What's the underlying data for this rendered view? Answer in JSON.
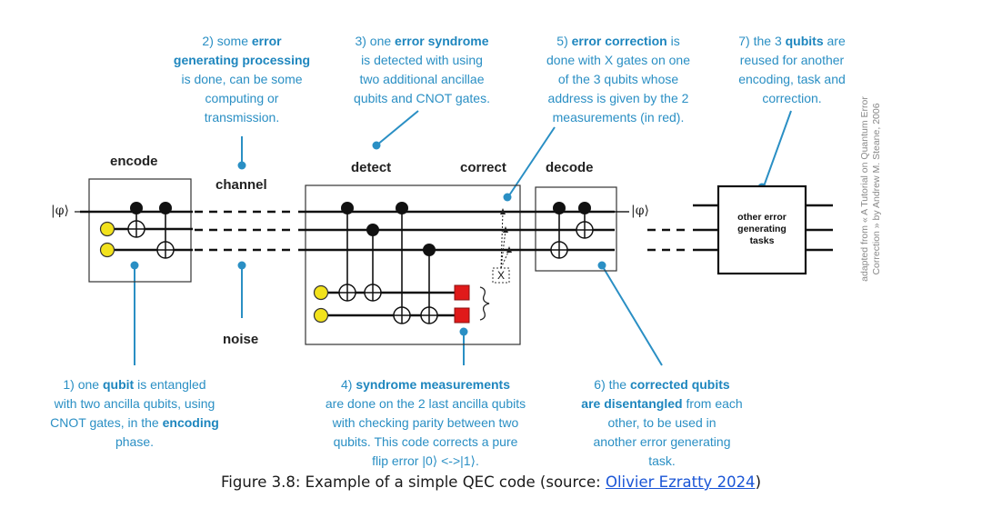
{
  "annotations": {
    "a2": {
      "lines": [
        {
          "pre": "2) some ",
          "b": "error",
          "post": ""
        },
        {
          "pre": "",
          "b": "generating processing",
          "post": ""
        },
        {
          "pre": "is done, can be some",
          "b": "",
          "post": ""
        },
        {
          "pre": "computing or",
          "b": "",
          "post": ""
        },
        {
          "pre": "transmission.",
          "b": "",
          "post": ""
        }
      ]
    },
    "a3": {
      "lines": [
        {
          "pre": "3) one ",
          "b": "error syndrome",
          "post": ""
        },
        {
          "pre": "is detected with using",
          "b": "",
          "post": ""
        },
        {
          "pre": "two additional ancillae",
          "b": "",
          "post": ""
        },
        {
          "pre": "qubits and CNOT gates.",
          "b": "",
          "post": ""
        }
      ]
    },
    "a5": {
      "lines": [
        {
          "pre": "5) ",
          "b": "error correction",
          "post": " is"
        },
        {
          "pre": "done with X gates on one",
          "b": "",
          "post": ""
        },
        {
          "pre": "of the 3 qubits whose",
          "b": "",
          "post": ""
        },
        {
          "pre": "address is given by the 2",
          "b": "",
          "post": ""
        },
        {
          "pre": "measurements (in red).",
          "b": "",
          "post": ""
        }
      ]
    },
    "a7": {
      "lines": [
        {
          "pre": "7) the 3 ",
          "b": "qubits",
          "post": " are"
        },
        {
          "pre": "reused for another",
          "b": "",
          "post": ""
        },
        {
          "pre": "encoding, task and",
          "b": "",
          "post": ""
        },
        {
          "pre": "correction.",
          "b": "",
          "post": ""
        }
      ]
    },
    "a1": {
      "lines": [
        {
          "pre": "1) one ",
          "b": "qubit",
          "post": " is entangled"
        },
        {
          "pre": "with two ancilla qubits, using",
          "b": "",
          "post": ""
        },
        {
          "pre": "CNOT gates, in the ",
          "b": "encoding",
          "post": ""
        },
        {
          "pre": "phase.",
          "b": "",
          "post": ""
        }
      ]
    },
    "a4": {
      "lines": [
        {
          "pre": "4) ",
          "b": "syndrome measurements",
          "post": ""
        },
        {
          "pre": "are done on the 2 last ancilla qubits",
          "b": "",
          "post": ""
        },
        {
          "pre": "with checking parity between two",
          "b": "",
          "post": ""
        },
        {
          "pre": "qubits. This code corrects a pure",
          "b": "",
          "post": ""
        },
        {
          "pre": "flip error |0⟩ <->|1⟩.",
          "b": "",
          "post": ""
        }
      ]
    },
    "a6": {
      "lines": [
        {
          "pre": "6) the ",
          "b": "corrected qubits",
          "post": ""
        },
        {
          "pre": "",
          "b": "are disentangled",
          "post": " from each"
        },
        {
          "pre": "other, to be used in",
          "b": "",
          "post": ""
        },
        {
          "pre": "another error generating",
          "b": "",
          "post": ""
        },
        {
          "pre": "task.",
          "b": "",
          "post": ""
        }
      ]
    }
  },
  "stages": {
    "encode": "encode",
    "channel": "channel",
    "noise": "noise",
    "detect": "detect",
    "correct": "correct",
    "decode": "decode"
  },
  "kets": {
    "input": "|φ⟩",
    "output": "|φ⟩"
  },
  "task_box": {
    "lines": [
      "other error",
      "generating",
      "tasks"
    ]
  },
  "x_gate_label": "X",
  "credit": {
    "line1": "adapted from « A Tutorial on Quantum Error",
    "line2": "Correction » by Andrew M. Steane, 2006"
  },
  "caption": {
    "prefix": "Figure 3.8: Example of a simple QEC code (source: ",
    "link": "Olivier Ezratty 2024",
    "suffix": ")"
  },
  "colors": {
    "annotation": "#2a8fc4",
    "ancilla": "#f2e21c",
    "measurement": "#e01a1a",
    "wire": "#111111"
  }
}
